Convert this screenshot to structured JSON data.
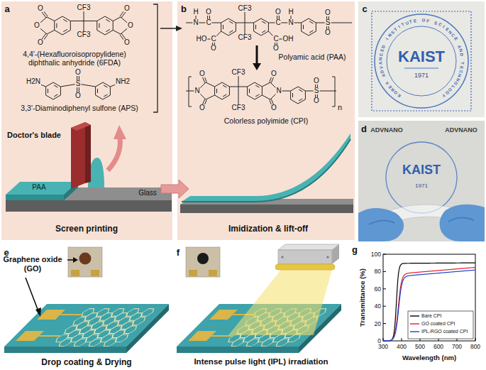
{
  "diagram": {
    "nodes": [
      {
        "text": [
          "4,4'-(Hexafluoroisopropylidene) diphthalic anhydride (6FDA)",
          "3,3'-Diaminodiphenyl sulfone (APS)",
          "Doctor's blade",
          "PAA",
          "Glass",
          "Screen printing"
        ]
      },
      {
        "text": [
          "Polyamic acid (PAA)",
          "Colorless polyimide (CPI)",
          "Imidization & lift-off"
        ]
      }
    ],
    "edges": [
      {
        "from": 0,
        "to": 1,
        "arrow": "to"
      }
    ],
    "labels": [
      "a",
      "b",
      "c",
      "d",
      "e",
      "f",
      "g",
      "CF3",
      "CF3",
      "O",
      "O",
      "O",
      "O",
      "O",
      "O",
      "H2N",
      "S",
      "O",
      "O",
      "NH2",
      "H",
      "N",
      "C",
      "O",
      "HO",
      "C",
      "O",
      "CF3",
      "CF3",
      "C",
      "O",
      "N",
      "H",
      "C",
      "O",
      "OH",
      "S",
      "O",
      "O",
      "N",
      "O",
      "O",
      "CF3",
      "CF3",
      "O",
      "O",
      "N",
      "S",
      "O",
      "O",
      "n",
      "KOREA ADVANCED INSTITUTE OF SCIENCE AND TECHNOLOGY",
      "KAIST",
      "1971",
      "ADVNANO",
      "ADVNANO",
      "KAIST",
      "1971",
      "Graphene oxide (GO)",
      "Drop coating & Drying",
      "Intense pulse light (IPL) irradiation",
      "Transmittance (%)",
      "Wavelength (nm)",
      "0",
      "20",
      "40",
      "60",
      "80",
      "100",
      "300",
      "400",
      "500",
      "600",
      "700",
      "800"
    ],
    "legend": [
      {
        "text": "Bare CPI"
      },
      {
        "text": "GO coated CPI"
      },
      {
        "text": "IPL-RGO coated CPI"
      }
    ]
  }
}
